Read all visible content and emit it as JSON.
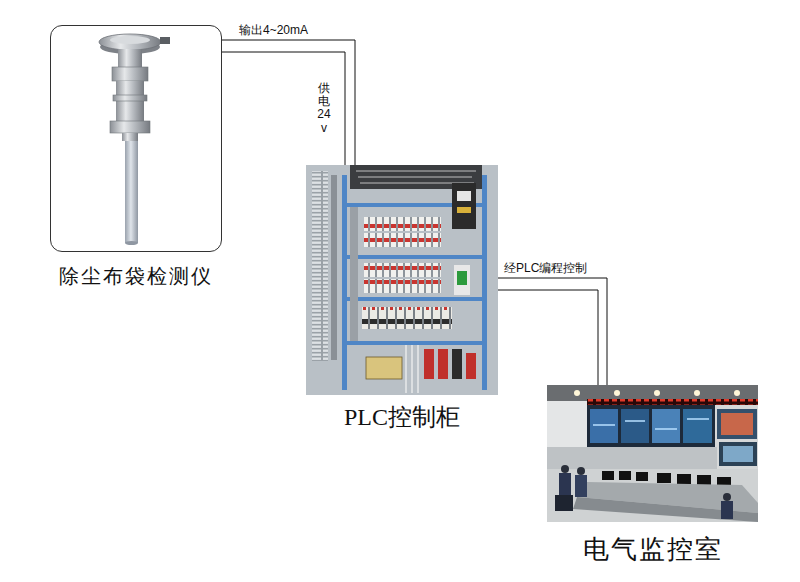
{
  "diagram": {
    "nodes": [
      {
        "text": [
          "除尘布袋检测仪"
        ]
      },
      {
        "text": [
          "PLC控制柜"
        ]
      },
      {
        "text": [
          "电气监控室"
        ]
      }
    ],
    "edges": [
      {
        "from": 0,
        "to": 1,
        "label": "输出4~20mA",
        "arrow": "none"
      },
      {
        "from": 0,
        "to": 1,
        "label": "供电24v",
        "arrow": "none"
      },
      {
        "from": 1,
        "to": 2,
        "label": "经PLC编程控制",
        "arrow": "none"
      },
      {
        "from": 1,
        "to": 2,
        "arrow": "none"
      }
    ]
  }
}
